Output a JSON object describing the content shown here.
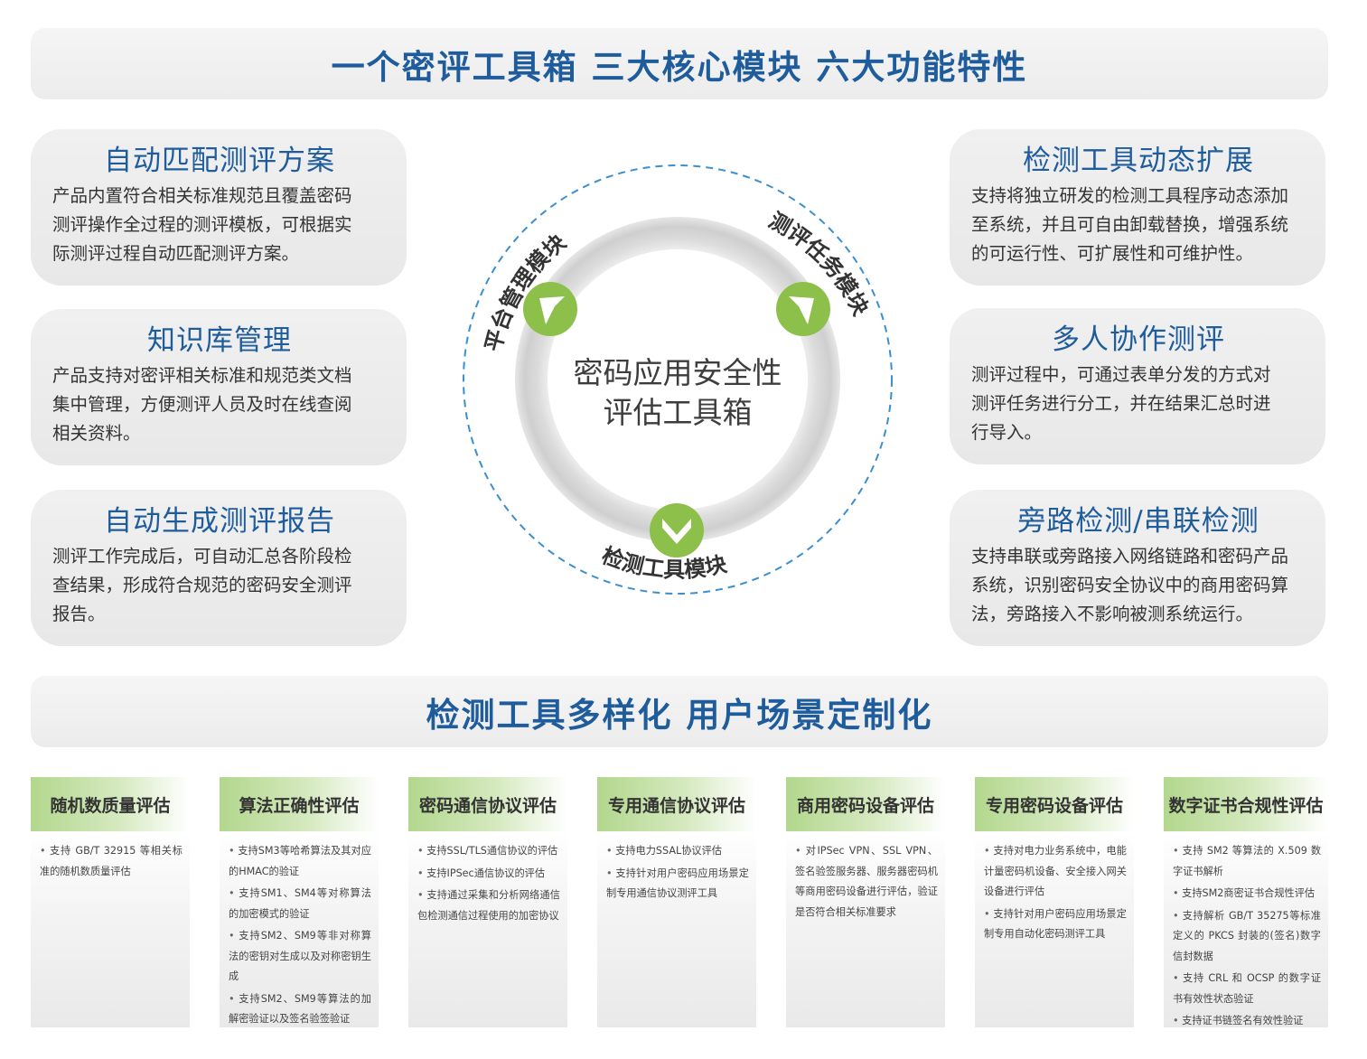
{
  "header": {
    "title": "一个密评工具箱 三大核心模块 六大功能特性"
  },
  "left_cards": [
    {
      "title": "自动匹配测评方案",
      "lines": [
        "产品内置符合相关标准规范且覆盖密码",
        "测评操作全过程的测评模板，可根据实",
        "际测评过程自动匹配测评方案。"
      ]
    },
    {
      "title": "知识库管理",
      "lines": [
        "产品支持对密评相关标准和规范类文档",
        "集中管理，方便测评人员及时在线查阅",
        "相关资料。"
      ]
    },
    {
      "title": "自动生成测评报告",
      "lines": [
        "测评工作完成后，可自动汇总各阶段检",
        "查结果，形成符合规范的密码安全测评",
        "报告。"
      ]
    }
  ],
  "right_cards": [
    {
      "title": "检测工具动态扩展",
      "lines": [
        "支持将独立研发的检测工具程序动态添加",
        "至系统，并且可自由卸载替换，增强系统",
        "的可运行性、可扩展性和可维护性。"
      ]
    },
    {
      "title": "多人协作测评",
      "lines": [
        "测评过程中，可通过表单分发的方式对",
        "测评任务进行分工，并在结果汇总时进",
        "行导入。"
      ]
    },
    {
      "title": "旁路检测/串联检测",
      "lines": [
        "支持串联或旁路接入网络链路和密码产品",
        "系统，识别密码安全协议中的商用密码算",
        "法，旁路接入不影响被测系统运行。"
      ]
    }
  ],
  "center": {
    "line1": "密码应用安全性",
    "line2": "评估工具箱",
    "module_platform": "平台管理模块",
    "module_task": "测评任务模块",
    "module_tool": "检测工具模块"
  },
  "section2": {
    "title": "检测工具多样化 用户场景定制化"
  },
  "tools": [
    {
      "title": "随机数质量评估",
      "items": [
        "支持 GB/T 32915 等相关标准的随机数质量评估"
      ]
    },
    {
      "title": "算法正确性评估",
      "items": [
        "支持SM3等哈希算法及其对应的HMAC的验证",
        "支持SM1、SM4等对称算法的加密模式的验证",
        "支持SM2、SM9等非对称算法的密钥对生成以及对称密钥生成",
        "支持SM2、SM9等算法的加解密验证以及签名验签验证"
      ]
    },
    {
      "title": "密码通信协议评估",
      "items": [
        "支持SSL/TLS通信协议的评估",
        "支持IPSec通信协议的评估",
        "支持通过采集和分析网络通信包检测通信过程使用的加密协议"
      ]
    },
    {
      "title": "专用通信协议评估",
      "items": [
        "支持电力SSAL协议评估",
        "支持针对用户密码应用场景定制专用通信协议测评工具"
      ]
    },
    {
      "title": "商用密码设备评估",
      "items": [
        "对IPSec VPN、SSL VPN、签名验签服务器、服务器密码机等商用密码设备进行评估，验证是否符合相关标准要求"
      ]
    },
    {
      "title": "专用密码设备评估",
      "items": [
        "支持对电力业务系统中，电能计量密码机设备、安全接入网关设备进行评估",
        "支持针对用户密码应用场景定制专用自动化密码测评工具"
      ]
    },
    {
      "title": "数字证书合规性评估",
      "items": [
        "支持 SM2 等算法的 X.509 数字证书解析",
        "支持SM2商密证书合规性评估",
        "支持解析 GB/T 35275等标准定义的 PKCS 封装的(签名)数字信封数据",
        "支持 CRL 和 OCSP 的数字证书有效性状态验证",
        "支持证书链签名有效性验证"
      ]
    }
  ],
  "colors": {
    "title_blue": "#1f5c9c",
    "accent_green": "#8dc04a",
    "ring_dash": "#3a8fd0"
  }
}
